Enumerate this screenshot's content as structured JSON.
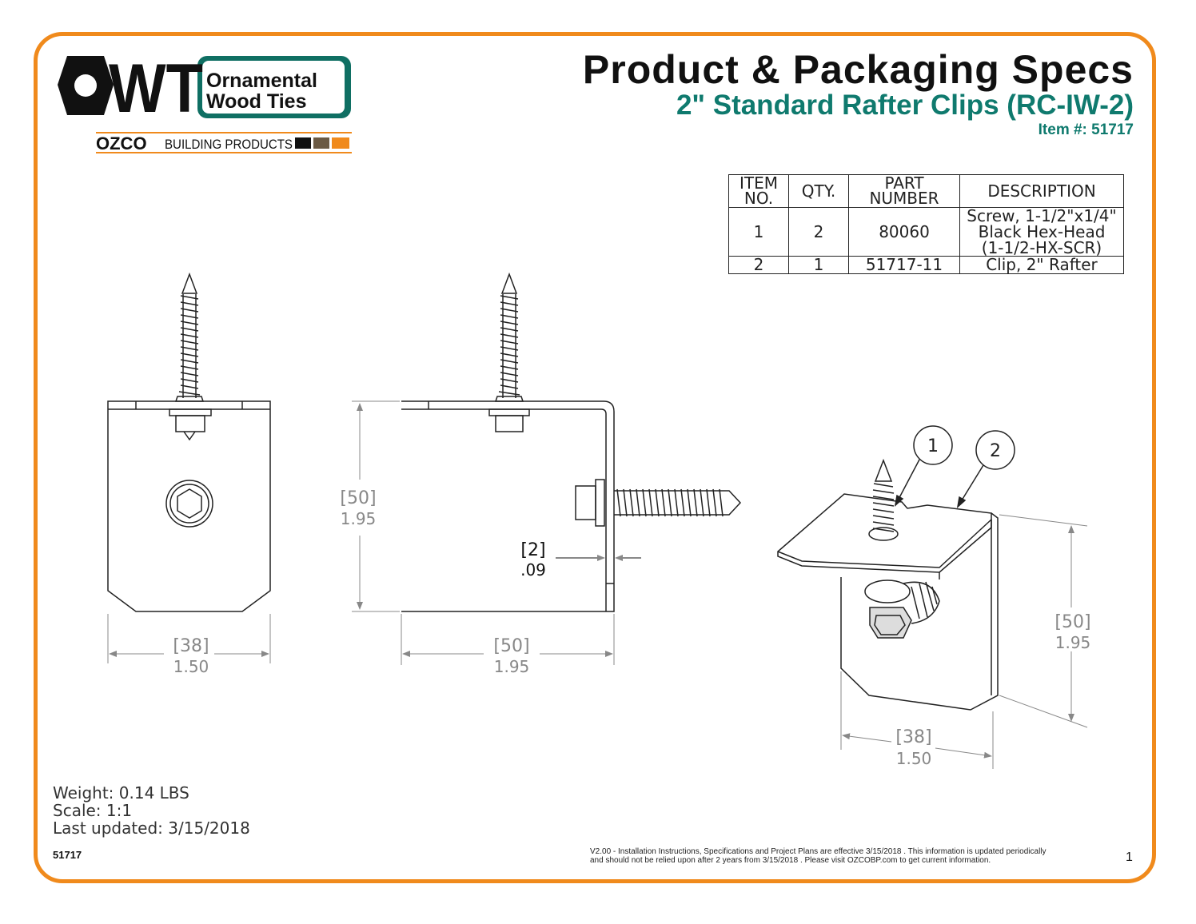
{
  "logo": {
    "brand_letters": "OWT",
    "brand_line1": "Ornamental",
    "brand_line2": "Wood Ties",
    "sub_brand": "OZCO",
    "sub_text": "BUILDING PRODUCTS",
    "colors": {
      "teal": "#0f6f63",
      "orange": "#f08a1c",
      "black": "#111111"
    }
  },
  "header": {
    "title": "Product & Packaging Specs",
    "subtitle": "2\" Standard Rafter Clips (RC-IW-2)",
    "item_number": "Item #: 51717"
  },
  "bom": {
    "headers": [
      [
        "ITEM",
        "NO."
      ],
      [
        "QTY."
      ],
      [
        "PART",
        "NUMBER"
      ],
      [
        "DESCRIPTION"
      ]
    ],
    "rows": [
      {
        "item": "1",
        "qty": "2",
        "part": "80060",
        "desc": [
          "Screw, 1-1/2\"x1/4\"",
          "Black Hex-Head",
          "(1-1/2-HX-SCR)"
        ]
      },
      {
        "item": "2",
        "qty": "1",
        "part": "51717-11",
        "desc": [
          "Clip, 2\" Rafter"
        ]
      }
    ]
  },
  "dimensions": {
    "front_width_mm": "[38]",
    "front_width_in": "1.50",
    "side_height_mm": "[50]",
    "side_height_in": "1.95",
    "side_width_mm": "[50]",
    "side_width_in": "1.95",
    "thickness_mm": "[2]",
    "thickness_in": ".09",
    "iso_height_mm": "[50]",
    "iso_height_in": "1.95",
    "iso_width_mm": "[38]",
    "iso_width_in": "1.50"
  },
  "balloons": {
    "screw": "1",
    "clip": "2"
  },
  "meta": {
    "weight": "Weight: 0.14 LBS",
    "scale": "Scale: 1:1",
    "updated": "Last updated: 3/15/2018"
  },
  "footer": {
    "item_no": "51717",
    "disclaimer_line1": "V2.00 - Installation Instructions, Specifications and Project Plans are effective 3/15/2018 . This information is updated periodically",
    "disclaimer_line2": "and should not be relied upon after 2 years from 3/15/2018 . Please visit OZCOBP.com to get current information.",
    "page": "1"
  }
}
